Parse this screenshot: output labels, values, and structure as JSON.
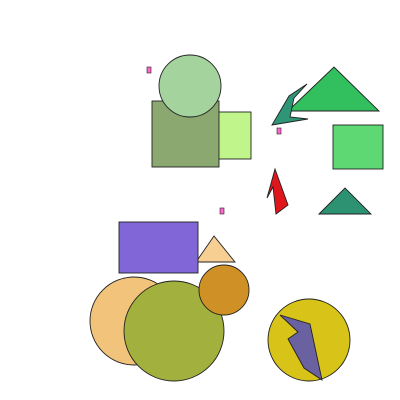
{
  "scene": {
    "background": "#ffffff",
    "stroke": "#222222",
    "shapes": [
      {
        "name": "marker-pink-1",
        "kind": "marker",
        "fill": "#ff66cc"
      },
      {
        "name": "marker-pink-2",
        "kind": "marker",
        "fill": "#ff66cc"
      },
      {
        "name": "marker-pink-3",
        "kind": "marker",
        "fill": "#ff66cc"
      },
      {
        "name": "marker-pink-4",
        "kind": "marker",
        "fill": "#ff66cc"
      },
      {
        "name": "green-square-lime",
        "kind": "rect",
        "fill": "#bff58a"
      },
      {
        "name": "olive-green-square",
        "kind": "rect",
        "fill": "#8aa86f"
      },
      {
        "name": "pale-green-circle",
        "kind": "circle",
        "fill": "#a5d39e"
      },
      {
        "name": "green-triangle",
        "kind": "polygon",
        "fill": "#32bf5e"
      },
      {
        "name": "teal-arrow",
        "kind": "polygon",
        "fill": "#2e9677"
      },
      {
        "name": "green-square-right",
        "kind": "rect",
        "fill": "#5dd872"
      },
      {
        "name": "red-lightning",
        "kind": "polygon",
        "fill": "#e0161d"
      },
      {
        "name": "teal-triangle",
        "kind": "polygon",
        "fill": "#2c9271"
      },
      {
        "name": "tan-triangle",
        "kind": "polygon",
        "fill": "#f7cf93"
      },
      {
        "name": "purple-rectangle",
        "kind": "rect",
        "fill": "#8066d7"
      },
      {
        "name": "orange-tan-circle",
        "kind": "circle",
        "fill": "#f2c37a"
      },
      {
        "name": "olive-circle",
        "kind": "circle",
        "fill": "#a2b03d"
      },
      {
        "name": "brown-circle",
        "kind": "circle",
        "fill": "#cf9126"
      },
      {
        "name": "yellow-circle",
        "kind": "circle",
        "fill": "#d8c318"
      },
      {
        "name": "purple-lightning",
        "kind": "polygon",
        "fill": "#6a62a0"
      }
    ]
  }
}
